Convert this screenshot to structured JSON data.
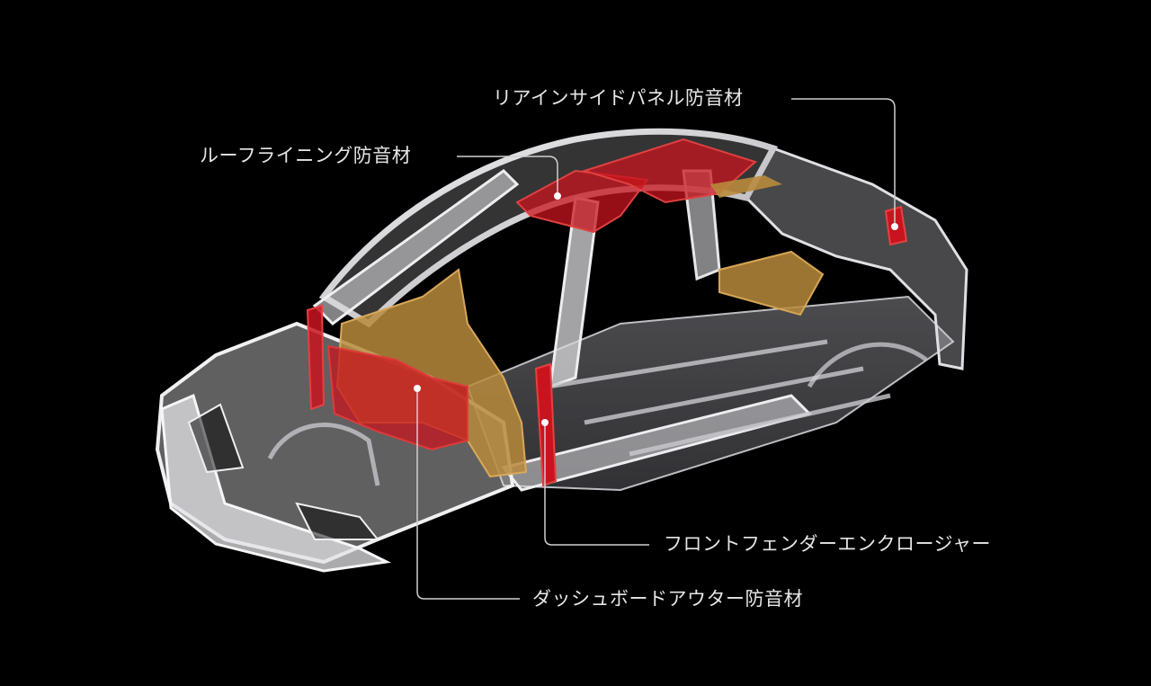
{
  "diagram": {
    "callouts": [
      {
        "id": "rear-inside-panel",
        "label": "リアインサイドパネル防音材"
      },
      {
        "id": "roof-lining",
        "label": "ルーフライニング防音材"
      },
      {
        "id": "front-fender-enclosure",
        "label": "フロントフェンダーエンクロージャー"
      },
      {
        "id": "dashboard-outer",
        "label": "ダッシュボードアウター防音材"
      }
    ],
    "colors": {
      "background": "#000000",
      "body_frame": "#d9d9dc",
      "sound_insulation_red": "#c8141e",
      "sound_insulation_gold": "#b88a3c",
      "leader_line": "#cfcfcf",
      "label_text": "#e6e6e6"
    }
  }
}
